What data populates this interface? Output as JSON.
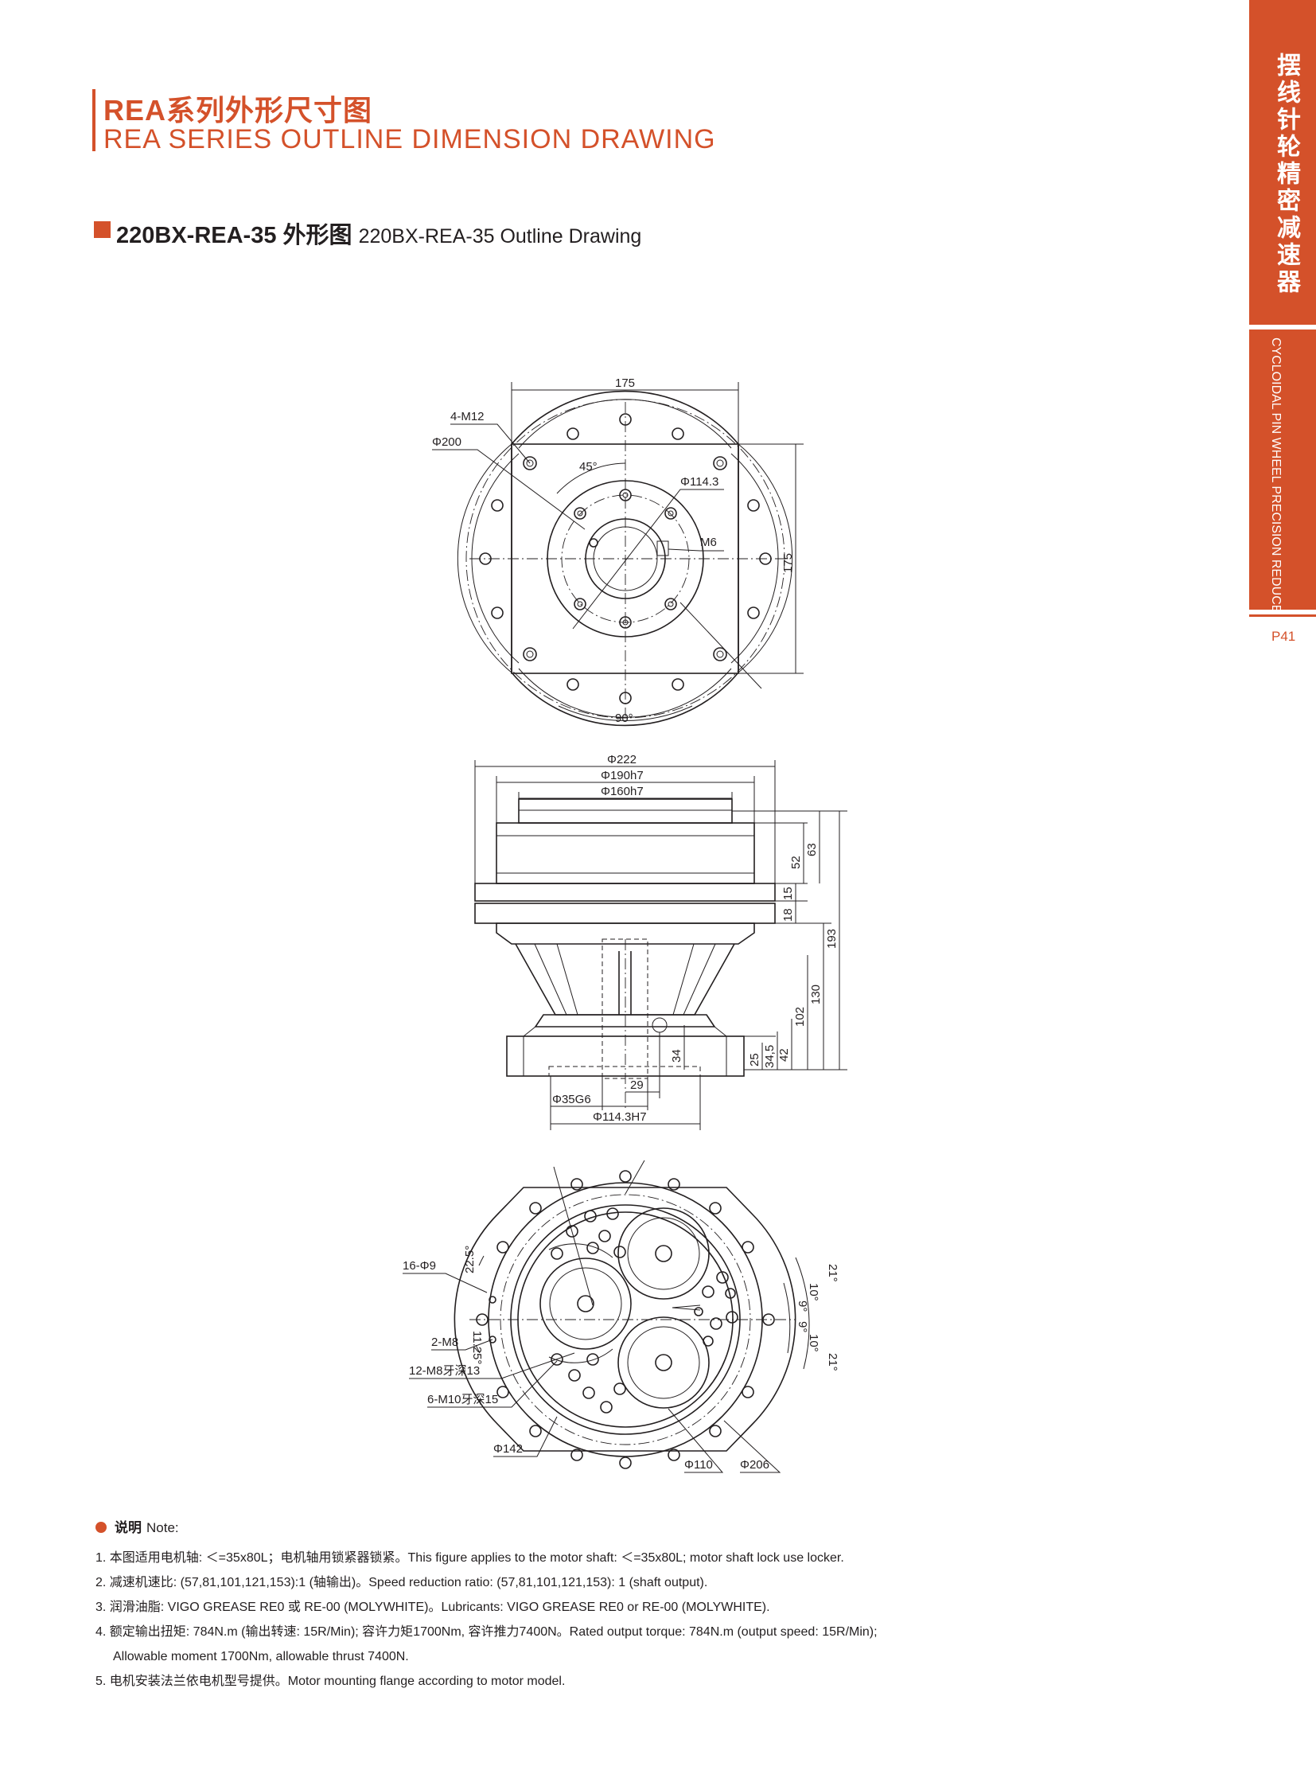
{
  "header": {
    "title_cn": "REA系列外形尺寸图",
    "title_en": "REA SERIES OUTLINE DIMENSION DRAWING"
  },
  "subtitle": {
    "model_cn": "220BX-REA-35 外形图",
    "model_en": "220BX-REA-35 Outline Drawing"
  },
  "side_tab": {
    "cn": "摆线针轮精密减速器",
    "en": "CYCLOIDAL PIN WHEEL PRECISION REDUCER",
    "page": "P41"
  },
  "top_view": {
    "dim_width": "175",
    "dim_height": "175",
    "bolt_label": "4-M12",
    "dia_outer": "Φ200",
    "angle_45": "45°",
    "dia_bolt_circle": "Φ114.3",
    "thread_m6": "M6",
    "angle_90": "90°"
  },
  "side_view": {
    "dia_222": "Φ222",
    "dia_190": "Φ190h7",
    "dia_160": "Φ160h7",
    "h52": "52",
    "h63": "63",
    "h15": "15",
    "h18": "18",
    "h193": "193",
    "h130": "130",
    "h102": "102",
    "h42": "42",
    "h34_5": "34,5",
    "h25": "25",
    "h34": "34",
    "w29": "29",
    "dia_35": "Φ35G6",
    "dia_114": "Φ114.3H7"
  },
  "bottom_view": {
    "holes_16": "16-Φ9",
    "angle_22_5": "22.5°",
    "angle_11_25": "11.25°",
    "holes_2m8": "2-M8",
    "holes_12m8": "12-M8牙深13",
    "holes_6m10": "6-M10牙深15",
    "dia_142": "Φ142",
    "dia_110": "Φ110",
    "dia_206": "Φ206",
    "ang_21a": "21°",
    "ang_10a": "10°",
    "ang_9a": "9°",
    "ang_9b": "9°",
    "ang_10b": "10°",
    "ang_21b": "21°"
  },
  "notes": {
    "heading_cn": "说明",
    "heading_en": "Note:",
    "items": [
      "1. 本图适用电机轴: ＜=35x80L；电机轴用锁紧器锁紧。This figure applies to the motor shaft: ＜=35x80L; motor shaft lock use locker.",
      "2. 减速机速比: (57,81,101,121,153):1 (轴输出)。Speed reduction ratio: (57,81,101,121,153): 1 (shaft output).",
      "3. 润滑油脂: VIGO GREASE RE0 或 RE-00 (MOLYWHITE)。Lubricants: VIGO GREASE RE0 or RE-00 (MOLYWHITE).",
      "4. 额定输出扭矩: 784N.m (输出转速: 15R/Min); 容许力矩1700Nm, 容许推力7400N。Rated output torque: 784N.m (output speed: 15R/Min);",
      "Allowable moment 1700Nm, allowable thrust 7400N.",
      "5. 电机安装法兰依电机型号提供。Motor mounting flange according to motor model."
    ]
  },
  "colors": {
    "accent": "#d4512a",
    "text": "#231f20"
  }
}
